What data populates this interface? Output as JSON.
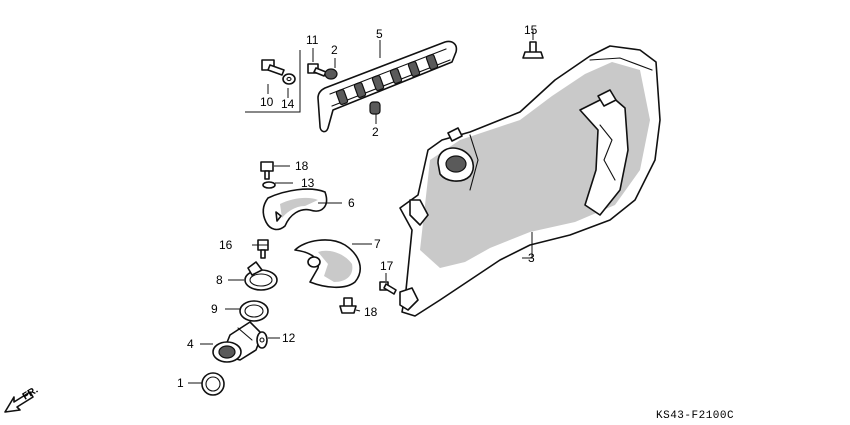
{
  "diagram_code": "KS43-F2100C",
  "direction_label": "FR.",
  "callouts": {
    "c1": "1",
    "c2a": "2",
    "c2b": "2",
    "c3": "3",
    "c4": "4",
    "c5": "5",
    "c6": "6",
    "c7": "7",
    "c8": "8",
    "c9": "9",
    "c10": "10",
    "c11": "11",
    "c12": "12",
    "c13": "13",
    "c14": "14",
    "c15": "15",
    "c16": "16",
    "c17": "17",
    "c18a": "18",
    "c18b": "18"
  }
}
